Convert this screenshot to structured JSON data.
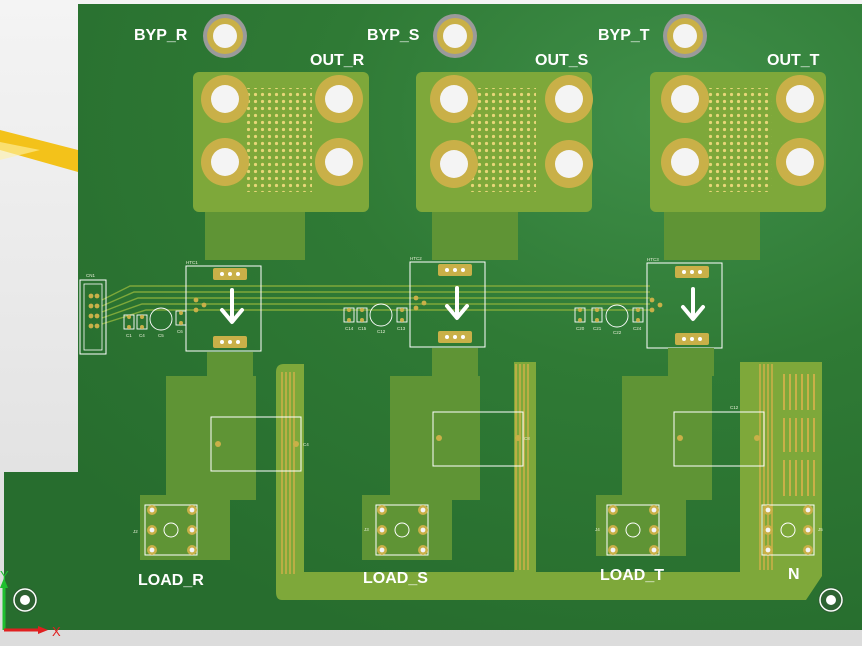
{
  "board": {
    "labels": {
      "byp_r": "BYP_R",
      "byp_s": "BYP_S",
      "byp_t": "BYP_T",
      "out_r": "OUT_R",
      "out_s": "OUT_S",
      "out_t": "OUT_T",
      "load_r": "LOAD_R",
      "load_s": "LOAD_S",
      "load_t": "LOAD_T",
      "neutral": "N"
    },
    "silkscreen": {
      "connector": "CN1",
      "ct1": "HTC1",
      "ct2": "HTC2",
      "ct3": "HTC3",
      "c1": "C1",
      "c4": "C4",
      "c5": "C5",
      "c6": "C6",
      "c14": "C14",
      "c15": "C15",
      "c12": "C12",
      "c13": "C13",
      "c20": "C20",
      "c21": "C21",
      "c22": "C22",
      "c24": "C24",
      "r4": "C4",
      "r8": "C8",
      "r12": "C12",
      "j2": "J2",
      "j3": "J3",
      "j4": "J4",
      "j5": "J5"
    },
    "colors": {
      "substrate": "#2f7a35",
      "copper": "#7ea83a",
      "pad_gold": "#c9b048",
      "pad_ring": "#b99c3a",
      "silk": "#ffffff",
      "bypass_ring": "#9a9a9a"
    }
  },
  "axes": {
    "x_label": "X",
    "y_label": "Y"
  }
}
